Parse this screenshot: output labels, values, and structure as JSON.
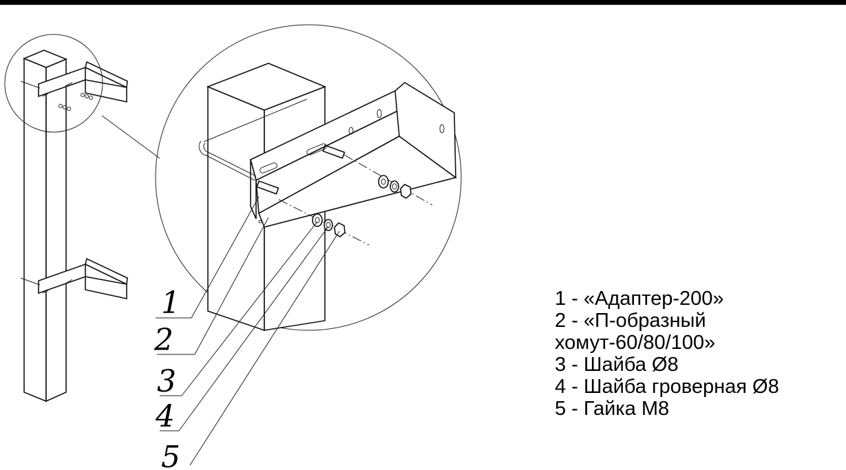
{
  "diagram": {
    "callouts": [
      "1",
      "2",
      "3",
      "4",
      "5"
    ],
    "legend": [
      "1 - «Адаптер-200»",
      "2 - «П-образный\nхомут-60/80/100»",
      "3 - Шайба Ø8",
      "4 - Шайба гроверная Ø8",
      "5 - Гайка М8"
    ]
  }
}
